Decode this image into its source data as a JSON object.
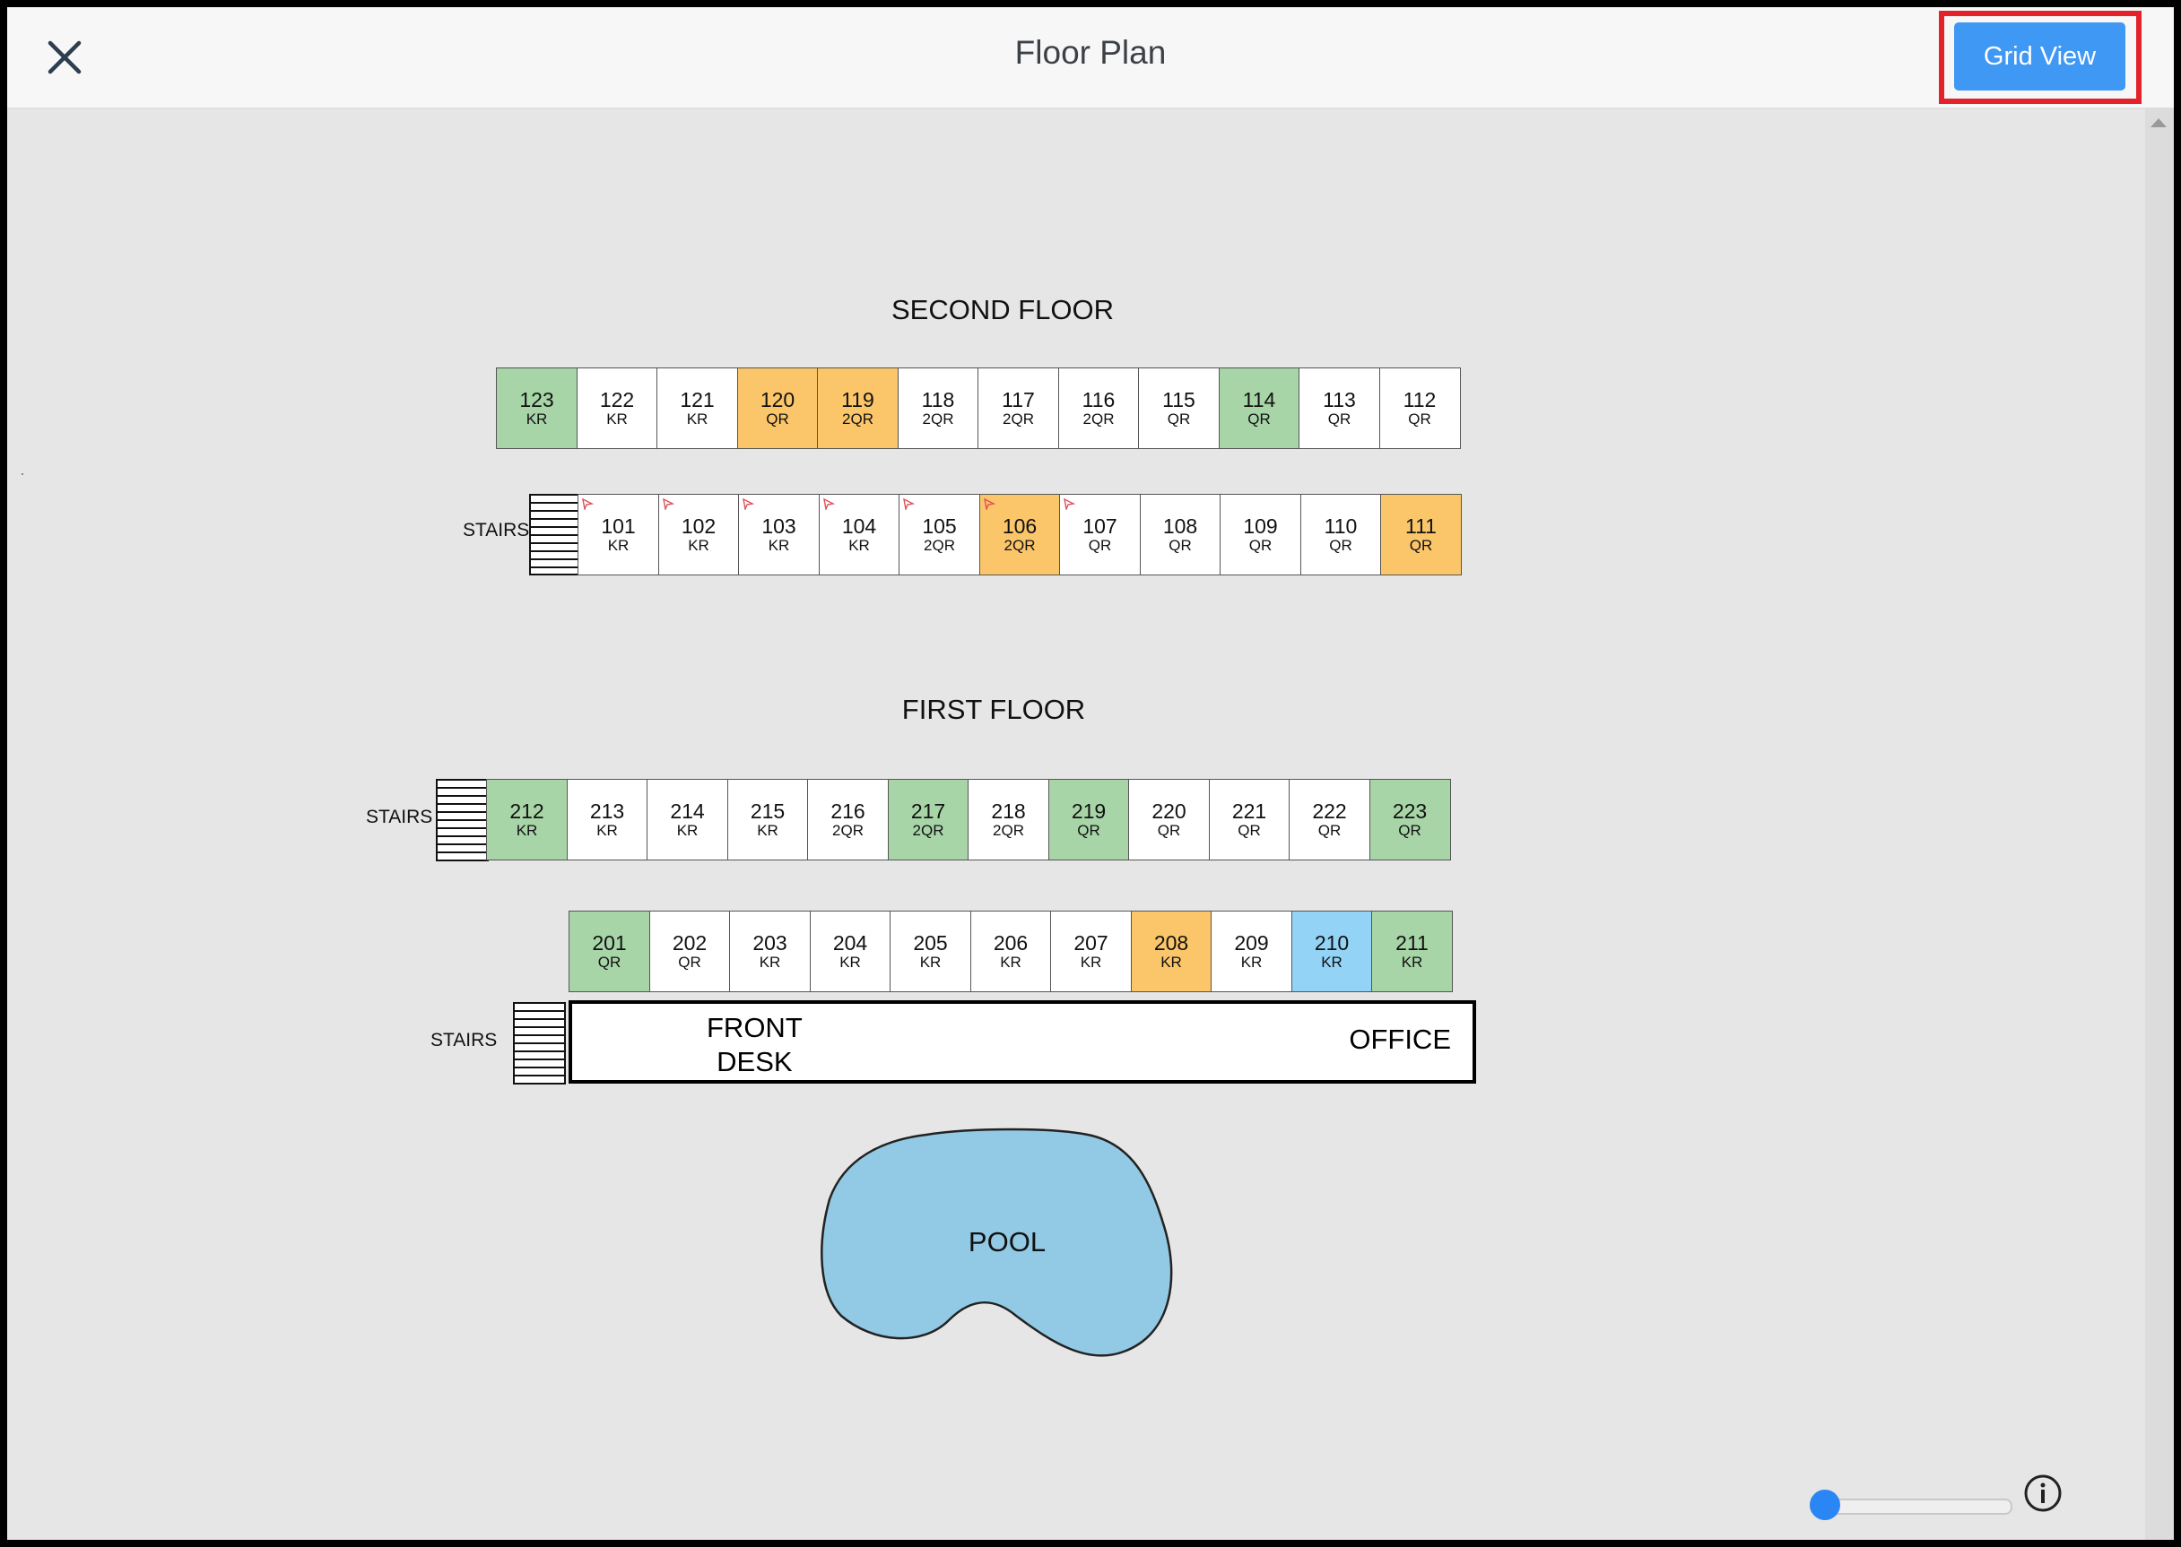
{
  "header": {
    "title": "Floor Plan",
    "grid_view_label": "Grid View",
    "close_icon": "close-icon"
  },
  "colors": {
    "green": "#a8d5a8",
    "orange": "#fbc66a",
    "blue": "#92d3f6",
    "white": "#ffffff",
    "accent": "#3f98f4",
    "highlight": "#e4222a"
  },
  "second_floor": {
    "title": "SECOND FLOOR",
    "stairs_label": "STAIRS",
    "row1": [
      {
        "num": "123",
        "type": "KR",
        "status": "green"
      },
      {
        "num": "122",
        "type": "KR",
        "status": "white"
      },
      {
        "num": "121",
        "type": "KR",
        "status": "white"
      },
      {
        "num": "120",
        "type": "QR",
        "status": "orange"
      },
      {
        "num": "119",
        "type": "2QR",
        "status": "orange"
      },
      {
        "num": "118",
        "type": "2QR",
        "status": "white"
      },
      {
        "num": "117",
        "type": "2QR",
        "status": "white"
      },
      {
        "num": "116",
        "type": "2QR",
        "status": "white"
      },
      {
        "num": "115",
        "type": "QR",
        "status": "white"
      },
      {
        "num": "114",
        "type": "QR",
        "status": "green"
      },
      {
        "num": "113",
        "type": "QR",
        "status": "white"
      },
      {
        "num": "112",
        "type": "QR",
        "status": "white"
      }
    ],
    "row2": [
      {
        "num": "101",
        "type": "KR",
        "status": "white",
        "flag": true
      },
      {
        "num": "102",
        "type": "KR",
        "status": "white",
        "flag": true
      },
      {
        "num": "103",
        "type": "KR",
        "status": "white",
        "flag": true
      },
      {
        "num": "104",
        "type": "KR",
        "status": "white",
        "flag": true
      },
      {
        "num": "105",
        "type": "2QR",
        "status": "white",
        "flag": true
      },
      {
        "num": "106",
        "type": "2QR",
        "status": "orange",
        "flag": true
      },
      {
        "num": "107",
        "type": "QR",
        "status": "white",
        "flag": true
      },
      {
        "num": "108",
        "type": "QR",
        "status": "white"
      },
      {
        "num": "109",
        "type": "QR",
        "status": "white"
      },
      {
        "num": "110",
        "type": "QR",
        "status": "white"
      },
      {
        "num": "111",
        "type": "QR",
        "status": "orange"
      }
    ]
  },
  "first_floor": {
    "title": "FIRST FLOOR",
    "stairs_label_1": "STAIRS",
    "stairs_label_2": "STAIRS",
    "row1": [
      {
        "num": "212",
        "type": "KR",
        "status": "green"
      },
      {
        "num": "213",
        "type": "KR",
        "status": "white"
      },
      {
        "num": "214",
        "type": "KR",
        "status": "white"
      },
      {
        "num": "215",
        "type": "KR",
        "status": "white"
      },
      {
        "num": "216",
        "type": "2QR",
        "status": "white"
      },
      {
        "num": "217",
        "type": "2QR",
        "status": "green"
      },
      {
        "num": "218",
        "type": "2QR",
        "status": "white"
      },
      {
        "num": "219",
        "type": "QR",
        "status": "green"
      },
      {
        "num": "220",
        "type": "QR",
        "status": "white"
      },
      {
        "num": "221",
        "type": "QR",
        "status": "white"
      },
      {
        "num": "222",
        "type": "QR",
        "status": "white"
      },
      {
        "num": "223",
        "type": "QR",
        "status": "green"
      }
    ],
    "row2": [
      {
        "num": "201",
        "type": "QR",
        "status": "green"
      },
      {
        "num": "202",
        "type": "QR",
        "status": "white"
      },
      {
        "num": "203",
        "type": "KR",
        "status": "white"
      },
      {
        "num": "204",
        "type": "KR",
        "status": "white"
      },
      {
        "num": "205",
        "type": "KR",
        "status": "white"
      },
      {
        "num": "206",
        "type": "KR",
        "status": "white"
      },
      {
        "num": "207",
        "type": "KR",
        "status": "white"
      },
      {
        "num": "208",
        "type": "KR",
        "status": "orange"
      },
      {
        "num": "209",
        "type": "KR",
        "status": "white"
      },
      {
        "num": "210",
        "type": "KR",
        "status": "blue"
      },
      {
        "num": "211",
        "type": "KR",
        "status": "green"
      }
    ],
    "front_desk_line1": "FRONT",
    "front_desk_line2": "DESK",
    "office_label": "OFFICE"
  },
  "pool_label": "POOL",
  "zoom": {
    "level": 0,
    "info_icon": "info-icon"
  }
}
